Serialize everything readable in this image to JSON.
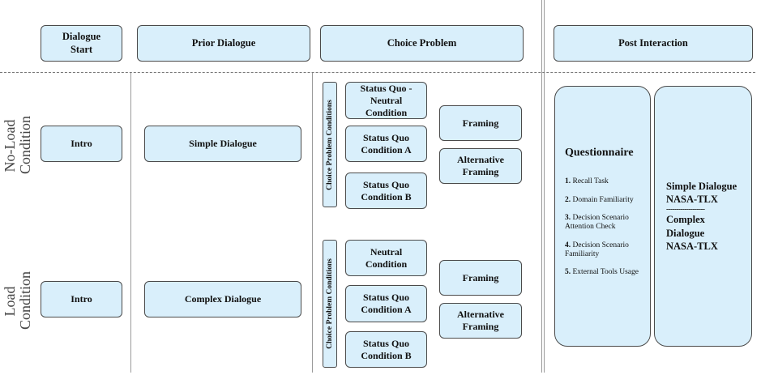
{
  "headers": {
    "dialogue_start": "Dialogue\nStart",
    "prior_dialogue": "Prior Dialogue",
    "choice_problem": "Choice Problem",
    "post_interaction": "Post Interaction"
  },
  "rows": {
    "no_load": "No-Load\nCondition",
    "load": "Load\nCondition"
  },
  "no_load": {
    "intro": "Intro",
    "dialogue": "Simple Dialogue",
    "conditions_label": "Choice Problem Conditions",
    "conditions": [
      "Status Quo -\nNeutral\nCondition",
      "Status Quo\nCondition A",
      "Status Quo\nCondition B"
    ],
    "framing": "Framing",
    "alt_framing": "Alternative\nFraming"
  },
  "load": {
    "intro": "Intro",
    "dialogue": "Complex Dialogue",
    "conditions_label": "Choice Problem Conditions",
    "conditions": [
      "Neutral\nCondition",
      "Status Quo\nCondition A",
      "Status Quo\nCondition B"
    ],
    "framing": "Framing",
    "alt_framing": "Alternative\nFraming"
  },
  "questionnaire": {
    "title": "Questionnaire",
    "items": [
      {
        "num": "1.",
        "text": " Recall Task"
      },
      {
        "num": "2.",
        "text": " Domain Familiarity"
      },
      {
        "num": "3.",
        "text": " Decision Scenario Attention Check"
      },
      {
        "num": "4.",
        "text": " Decision Scenario Familiarity"
      },
      {
        "num": "5.",
        "text": " External Tools Usage"
      }
    ]
  },
  "nasa": {
    "line1": "Simple Dialogue",
    "line2": "NASA-TLX",
    "separator": "-------------------",
    "line3": "Complex",
    "line4": "Dialogue",
    "line5": "NASA-TLX"
  },
  "colors": {
    "box_fill": "#d9effb",
    "box_border": "#4a4a4a"
  }
}
